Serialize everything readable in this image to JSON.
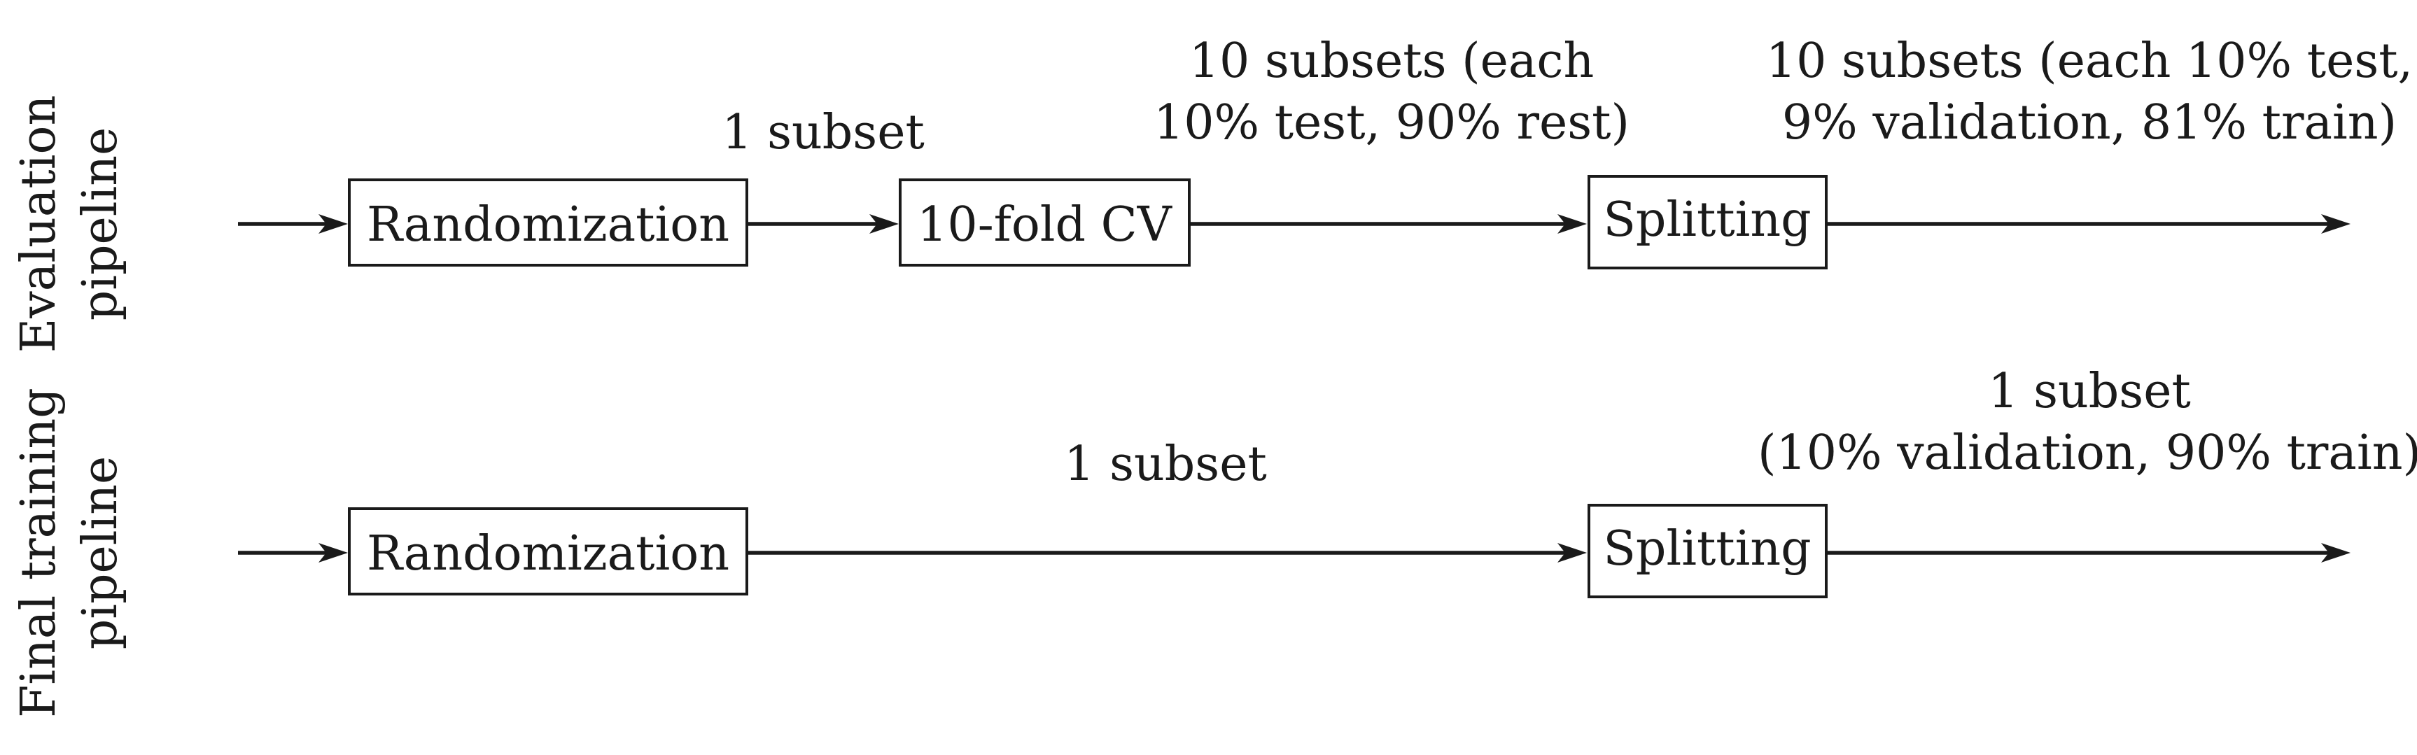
{
  "rows": {
    "evaluation": {
      "label_line1": "Evaluation",
      "label_line2": "pipeline"
    },
    "final": {
      "label_line1": "Final training",
      "label_line2": "pipeline"
    }
  },
  "nodes": {
    "eval_randomization": "Randomization",
    "eval_cv": "10-fold CV",
    "eval_splitting": "Splitting",
    "final_randomization": "Randomization",
    "final_splitting": "Splitting"
  },
  "edge_labels": {
    "eval_rand_to_cv": "1 subset",
    "eval_cv_to_split": {
      "line1": "10 subsets (each",
      "line2": "10% test, 90% rest)"
    },
    "eval_split_out": {
      "line1": "10 subsets (each 10% test,",
      "line2": "9% validation, 81% train)"
    },
    "final_rand_to_split": "1 subset",
    "final_split_out": {
      "line1": "1 subset",
      "line2": "(10% validation, 90% train)"
    }
  }
}
